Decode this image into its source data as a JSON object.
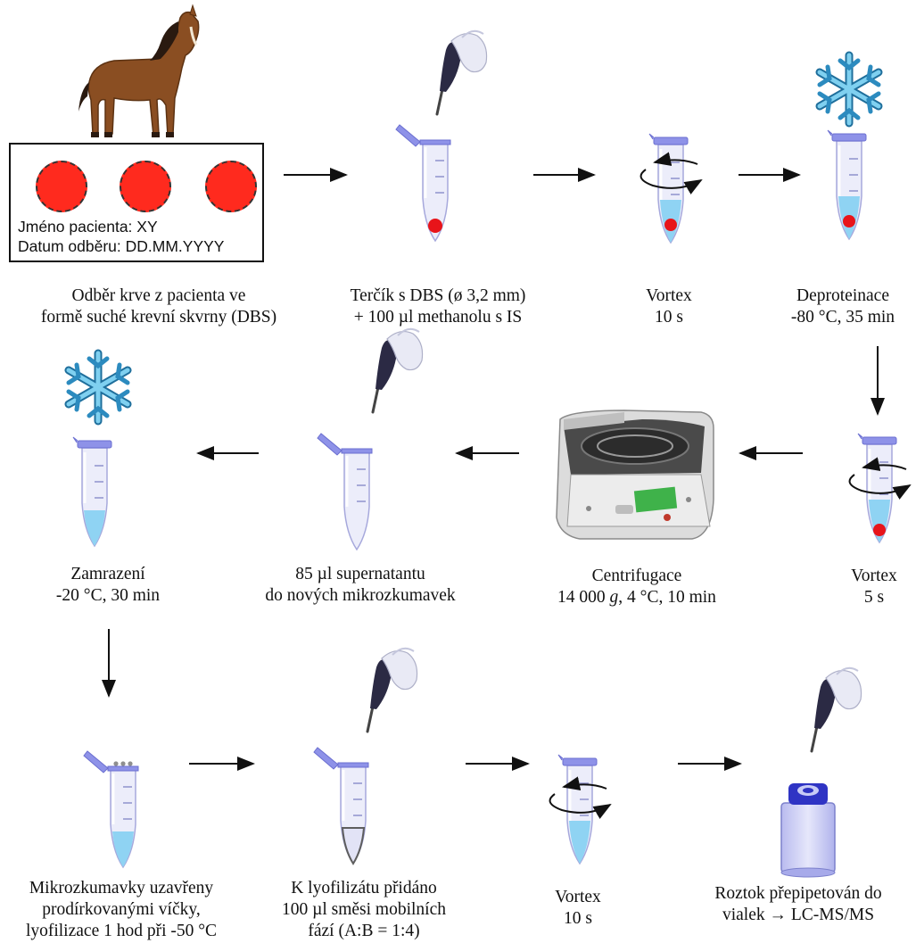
{
  "card": {
    "patient_line": "Jméno pacienta: XY",
    "date_line": "Datum odběru: DD.MM.YYYY"
  },
  "steps": [
    {
      "id": "dbs",
      "lines": [
        "Odběr krve z pacienta ve",
        "formě suché krevní skvrny (DBS)"
      ]
    },
    {
      "id": "disc",
      "lines": [
        "Terčík s DBS (ø 3,2 mm)",
        "+ 100 µl methanolu s IS"
      ]
    },
    {
      "id": "vortex1",
      "lines": [
        "Vortex",
        "10 s"
      ]
    },
    {
      "id": "deprot",
      "lines": [
        "Deproteinace",
        "-80 °C, 35 min"
      ]
    },
    {
      "id": "vortex2",
      "lines": [
        "Vortex",
        "5 s"
      ]
    },
    {
      "id": "centrifuge",
      "lines": [
        "Centrifugace",
        "14 000 g, 4 °C, 10 min"
      ]
    },
    {
      "id": "supernatant",
      "lines": [
        "85 µl supernatantu",
        "do nových mikrozkumavek"
      ]
    },
    {
      "id": "freeze",
      "lines": [
        "Zamrazení",
        "-20 °C, 30 min"
      ]
    },
    {
      "id": "lyo",
      "lines": [
        "Mikrozkumavky uzavřeny",
        "prodírkovanými víčky,",
        "lyofilizace 1 hod při -50 °C"
      ]
    },
    {
      "id": "reconst",
      "lines": [
        "K lyofilizátu přidáno",
        "100 µl směsi mobilních",
        "fází (A:B = 1:4)"
      ]
    },
    {
      "id": "vortex3",
      "lines": [
        "Vortex",
        "10 s"
      ]
    },
    {
      "id": "transfer",
      "lines": [
        "Roztok přepipetován do",
        "vialek → LC-MS/MS"
      ]
    }
  ],
  "colors": {
    "tube_fill": "#e7e8f8",
    "tube_stroke": "#9a9cd8",
    "cap": "#8b8fe6",
    "liquid": "#8fd3f3",
    "blood": "#e8141a",
    "snowflake": "#2c8bbf",
    "horse": "#8a4e22"
  }
}
